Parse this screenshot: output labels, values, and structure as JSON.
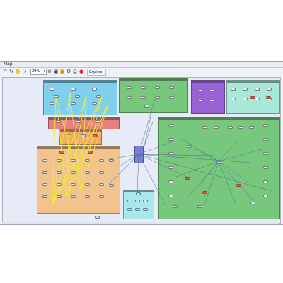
{
  "window": {
    "title": "Map"
  },
  "toolbar": {
    "zoom_value": "29%",
    "explorer_label": "Explorer",
    "icons": [
      "back-icon",
      "refresh-icon",
      "hand-icon",
      "zoom-tool-icon",
      "zoom-in-icon",
      "filter-icon",
      "highlight-icon",
      "settings-icon",
      "print-icon",
      "export-icon",
      "color-icon"
    ]
  },
  "colors": {
    "canvas": "#e7ebf8",
    "cyan_group": "#7fd0ee",
    "green_group": "#77c87d",
    "purple_group": "#9a62d6",
    "teal_group": "#a8e8d8",
    "red_group": "#e98080",
    "orange_group": "#f3c38e",
    "yellow_link": "#f1ea33",
    "link": "#4a6f8f"
  }
}
